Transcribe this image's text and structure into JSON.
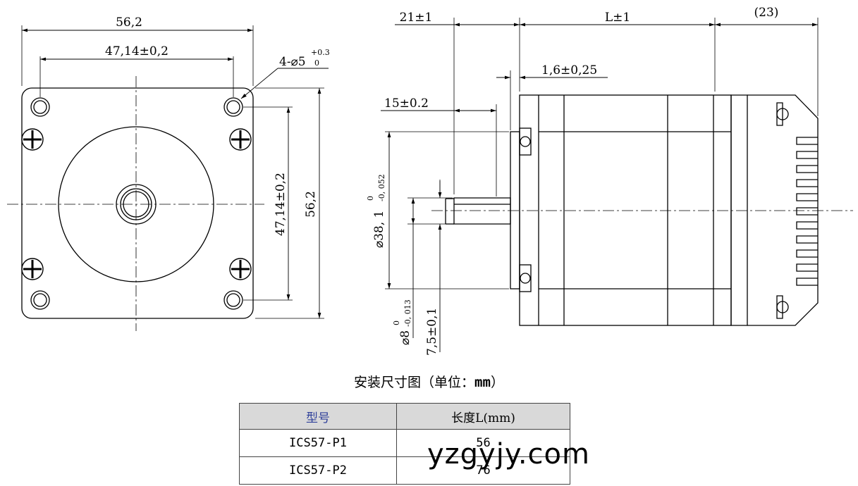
{
  "drawing": {
    "front": {
      "overall_width": "56,2",
      "hole_spacing_h": "47,14±0,2",
      "hole_spacing_v": "47,14±0,2",
      "overall_height": "56,2",
      "hole_label": "4-⌀5",
      "hole_tol_upper": "+0.3",
      "hole_tol_lower": "0"
    },
    "side": {
      "shaft_length": "21±1",
      "body_length": "L±1",
      "rear_length": "(23)",
      "flange_thickness": "1,6±0,25",
      "flat_length": "15±0.2",
      "pilot_diameter": "⌀38, 1",
      "pilot_tol_upper": "0",
      "pilot_tol_lower": "-0, 052",
      "shaft_diameter": "⌀8",
      "shaft_tol_upper": "0",
      "shaft_tol_lower": "-0, 013",
      "flat_depth": "7,5±0,1"
    }
  },
  "caption": {
    "text": "安装尺寸图（单位：",
    "unit": "mm",
    "close": "）"
  },
  "table": {
    "headers": [
      "型号",
      "长度L(mm)"
    ],
    "rows": [
      [
        "ICS57-P1",
        "56"
      ],
      [
        "ICS57-P2",
        "76"
      ]
    ]
  },
  "watermark": "yzgyjy.com"
}
